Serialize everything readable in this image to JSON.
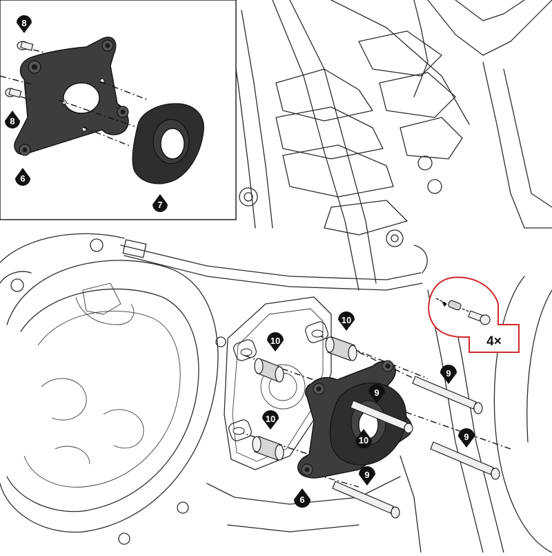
{
  "callouts": {
    "inset_part_8_top": "8",
    "inset_part_8_mid": "8",
    "inset_part_6": "6",
    "inset_part_7": "7",
    "main_part_10_a": "10",
    "main_part_10_b": "10",
    "main_part_10_c": "10",
    "main_part_10_center": "10",
    "main_part_9_a": "9",
    "main_part_9_b": "9",
    "main_part_9_c": "9",
    "main_part_9_d": "9",
    "main_part_6": "6"
  },
  "detail_box": {
    "quantity": "4×"
  },
  "colors": {
    "line": "#2b2b2b",
    "part_dark": "#3d3d3d",
    "callout_fill": "#111111",
    "detail_border": "#d0262a"
  },
  "icons": [
    "spacer-icon",
    "bolt-icon",
    "engine-slider-icon",
    "mounting-plate-icon"
  ]
}
